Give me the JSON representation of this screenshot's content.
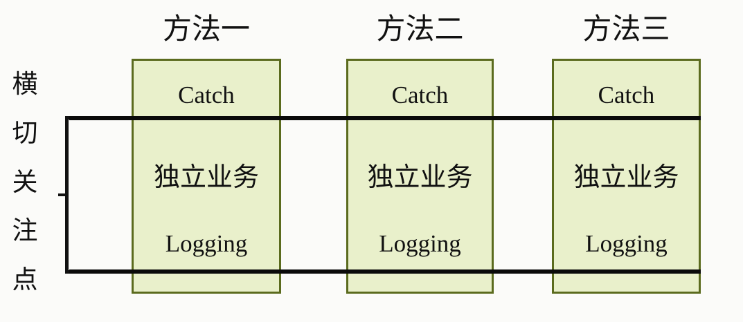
{
  "diagram": {
    "title": "横切关注点 (Cross-cutting Concerns) across three methods",
    "side_label": {
      "name": "cross-cutting-concerns",
      "chars": [
        "横",
        "切",
        "关",
        "注",
        "点"
      ]
    },
    "bracket": {
      "name": "cross-cutting-bracket",
      "style": "square-bracket-with-center-tick"
    },
    "columns": [
      {
        "id": "method-one",
        "header": "方法一",
        "rows": {
          "top": "Catch",
          "middle": "独立业务",
          "bottom": "Logging"
        }
      },
      {
        "id": "method-two",
        "header": "方法二",
        "rows": {
          "top": "Catch",
          "middle": "独立业务",
          "bottom": "Logging"
        }
      },
      {
        "id": "method-three",
        "header": "方法三",
        "rows": {
          "top": "Catch",
          "middle": "独立业务",
          "bottom": "Logging"
        }
      }
    ],
    "colors": {
      "box_fill": "#e9f0cb",
      "box_border": "#5b6b1e",
      "rule": "#0a0a0a",
      "text": "#111111",
      "background": "#fbfbf9"
    }
  }
}
